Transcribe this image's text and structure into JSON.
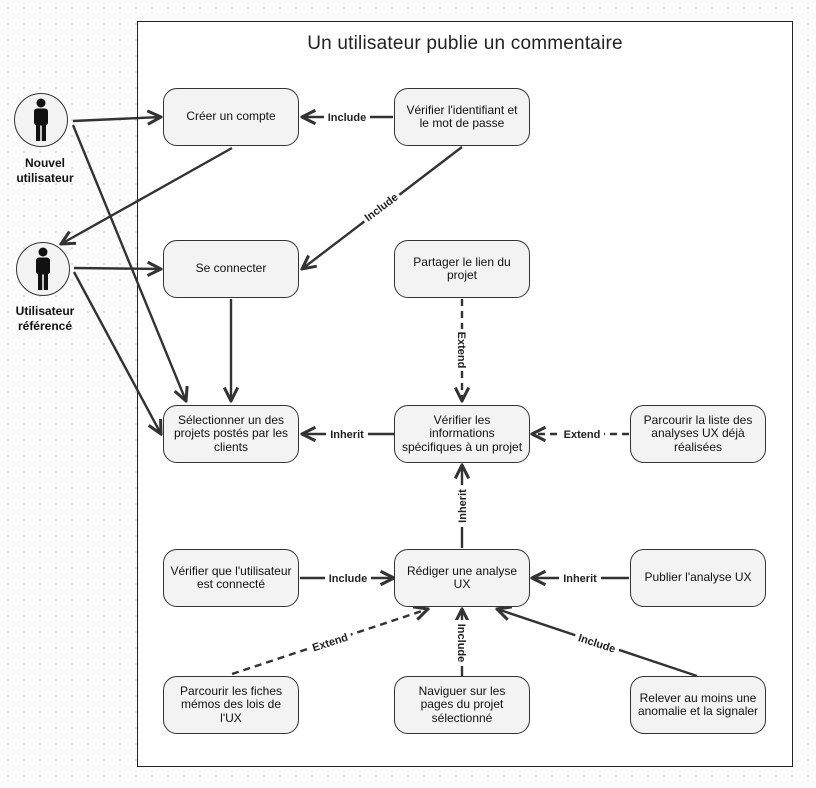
{
  "title": "Un utilisateur publie un commentaire",
  "actors": {
    "nouvel": "Nouvel utilisateur",
    "reference": "Utilisateur référencé"
  },
  "use_cases": {
    "creer_compte": "Créer un compte",
    "verifier_identifiant": "Vérifier l'identifiant et le mot de passe",
    "se_connecter": "Se connecter",
    "partager_lien": "Partager le lien du projet",
    "selectionner_projet": "Sélectionner un des projets postés par les clients",
    "verifier_infos": "Vérifier les informations spécifiques à un projet",
    "parcourir_analyses": "Parcourir la liste des analyses UX déjà réalisées",
    "verifier_connecte": "Vérifier que l'utilisateur est connecté",
    "rediger_analyse": "Rédiger une analyse UX",
    "publier_analyse": "Publier l'analyse UX",
    "parcourir_fiches": "Parcourir les fiches mémos des lois de l'UX",
    "naviguer_pages": "Naviguer sur les pages du projet sélectionné",
    "relever_anomalie": "Relever au moins une anomalie et la signaler"
  },
  "relations": {
    "include": "Include",
    "extend": "Extend",
    "inherit": "Inherit"
  }
}
